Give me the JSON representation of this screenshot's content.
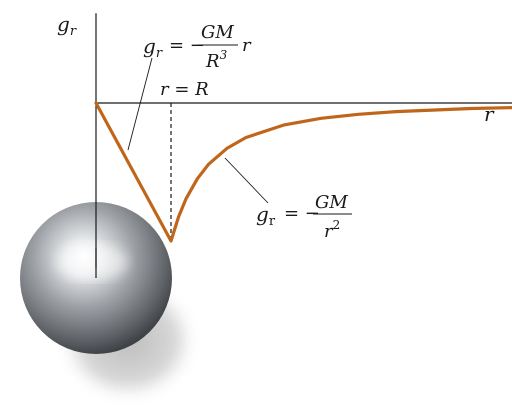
{
  "chart_data": {
    "type": "line",
    "title": "",
    "xlabel": "r",
    "ylabel": "g_r",
    "grid": false,
    "legend": "none",
    "series": [
      {
        "x": [
          0,
          1,
          1.1,
          1.2,
          1.35,
          1.5,
          1.75,
          2,
          2.5,
          3,
          3.5,
          4,
          5,
          6
        ],
        "y": [
          0,
          -1,
          -0.826,
          -0.694,
          -0.549,
          -0.444,
          -0.327,
          -0.25,
          -0.16,
          -0.111,
          -0.082,
          -0.0625,
          -0.04,
          -0.028
        ]
      }
    ],
    "xlim": [
      0,
      7.5
    ],
    "ylim": [
      -1.2,
      0.65
    ],
    "colors": {
      "curve": "#c0661a",
      "axes": "#1a1a1a",
      "sphere": "#9a9ea3"
    },
    "labels": {
      "x_axis": "r",
      "y_axis_g": "g",
      "y_axis_sub": "r",
      "boundary_lhs": "r",
      "boundary_eq": "=",
      "boundary_rhs": "R",
      "inner_lhs_g": "g",
      "inner_lhs_sub": "r",
      "inner_eq": "= −",
      "inner_num": "GM",
      "inner_den": "R",
      "inner_den_exp": "3",
      "inner_factor": "r",
      "outer_lhs_g": "g",
      "outer_lhs_sub": "r",
      "outer_eq": "= −",
      "outer_num": "GM",
      "outer_den": "r",
      "outer_den_exp": "2"
    }
  }
}
